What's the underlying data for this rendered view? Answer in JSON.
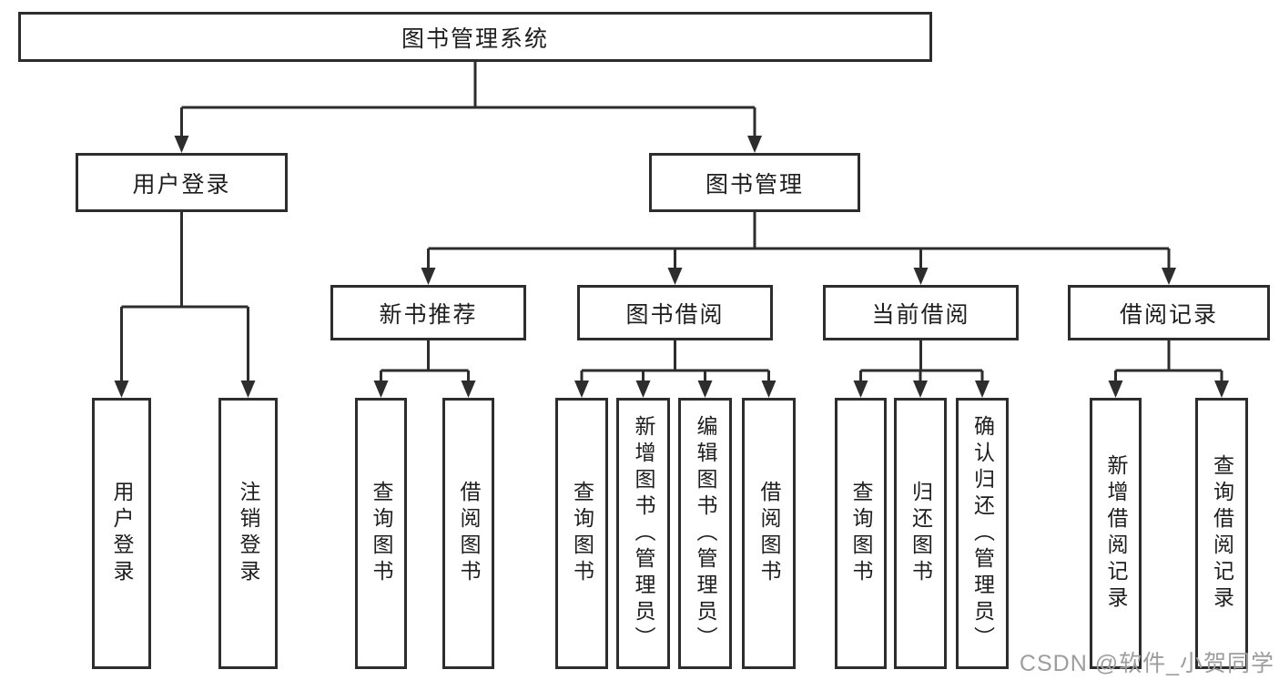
{
  "colors": {
    "line": "#2d2d2d",
    "box_border": "#2d2d2d",
    "text": "#1e1e1e",
    "background": "#ffffff",
    "watermark": "#9d9d9d"
  },
  "watermark": "CSDN @软件_小贺同学",
  "diagram": {
    "root": {
      "label": "图书管理系统"
    },
    "branches": {
      "user_login": {
        "label": "用户登录",
        "children": [
          {
            "label": "用户登录"
          },
          {
            "label": "注销登录"
          }
        ]
      },
      "book_mgmt": {
        "label": "图书管理",
        "modules": [
          {
            "label": "新书推荐",
            "children": [
              {
                "label": "查询图书"
              },
              {
                "label": "借阅图书"
              }
            ]
          },
          {
            "label": "图书借阅",
            "children": [
              {
                "label": "查询图书"
              },
              {
                "label": "新增图书（管理员）"
              },
              {
                "label": "编辑图书（管理员）"
              },
              {
                "label": "借阅图书"
              }
            ]
          },
          {
            "label": "当前借阅",
            "children": [
              {
                "label": "查询图书"
              },
              {
                "label": "归还图书"
              },
              {
                "label": "确认归还（管理员）"
              }
            ]
          },
          {
            "label": "借阅记录",
            "children": [
              {
                "label": "新增借阅记录"
              },
              {
                "label": "查询借阅记录"
              }
            ]
          }
        ]
      }
    }
  }
}
